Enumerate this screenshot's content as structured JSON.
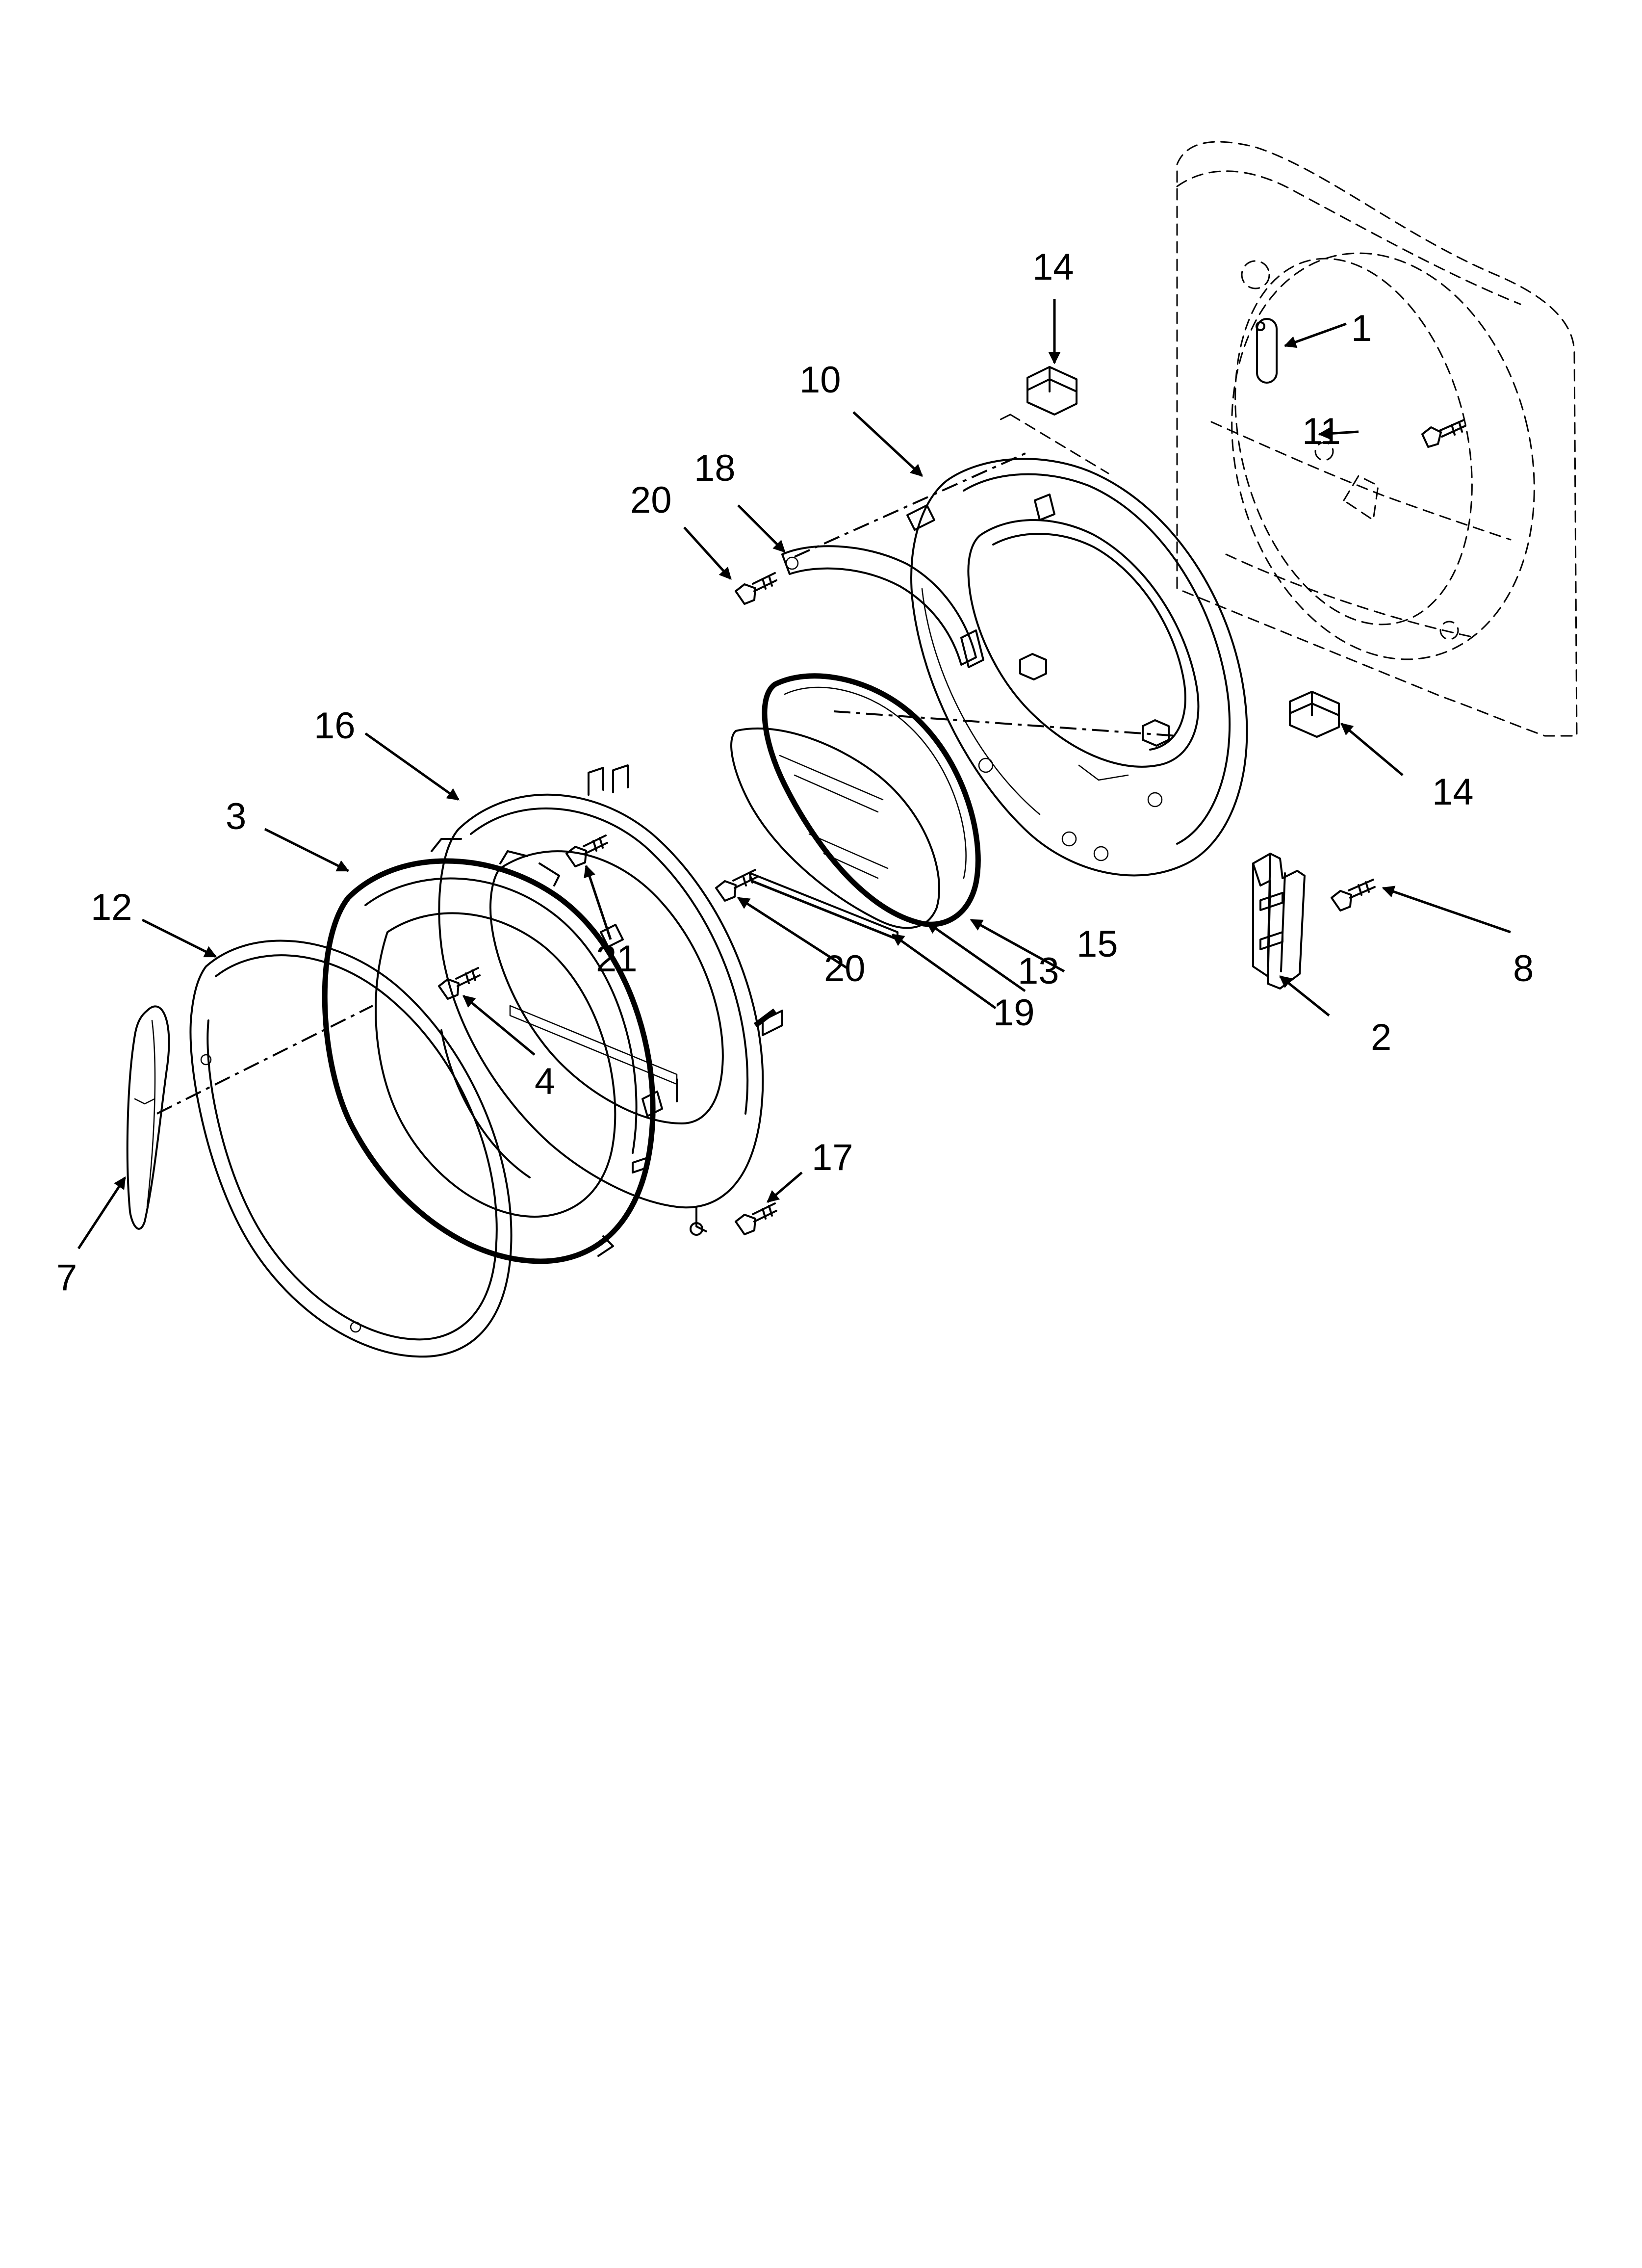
{
  "callouts": {
    "c1": "1",
    "c2": "2",
    "c3": "3",
    "c4": "4",
    "c7": "7",
    "c8": "8",
    "c10": "10",
    "c11": "11",
    "c12": "12",
    "c13": "13",
    "c14a": "14",
    "c14b": "14",
    "c15": "15",
    "c16": "16",
    "c17": "17",
    "c18": "18",
    "c19": "19",
    "c20a": "20",
    "c20b": "20",
    "c21": "21"
  }
}
